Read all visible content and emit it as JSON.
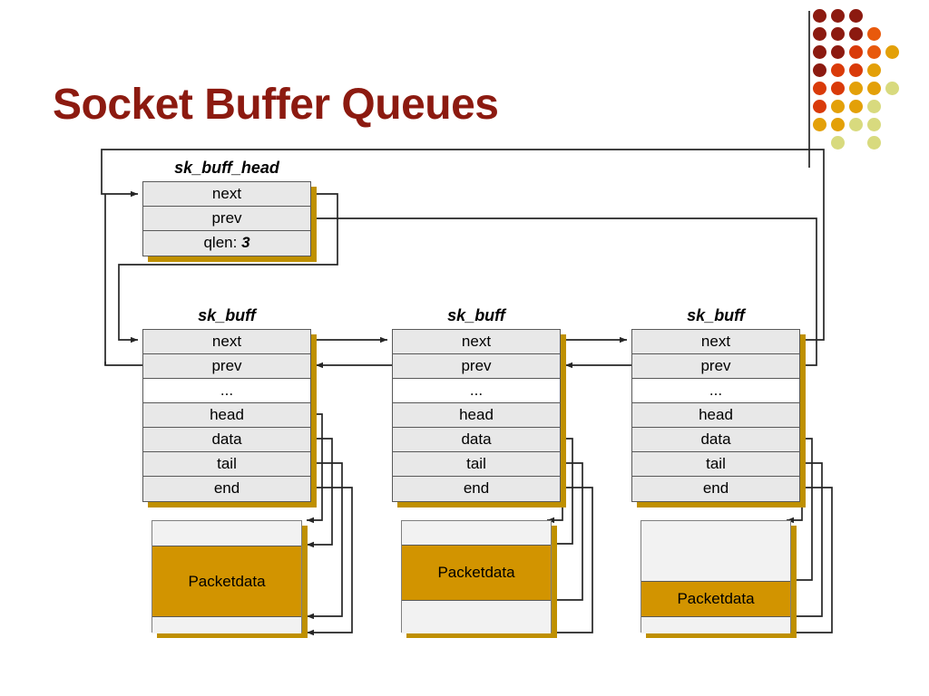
{
  "slide": {
    "title": "Socket Buffer Queues",
    "title_color": "#8C1A10",
    "background": "#FFFFFF"
  },
  "decor": {
    "name": "dot-grid-motif",
    "palette": {
      "dark_red": "#8C1A10",
      "red_orange": "#D93A09",
      "orange": "#E8590C",
      "gold": "#E3A008",
      "pale_gold": "#E8C33C",
      "pale_yellow": "#D8DA7E"
    },
    "rows": [
      [
        "#8C1A10",
        "#8C1A10",
        "#8C1A10",
        null,
        null
      ],
      [
        "#8C1A10",
        "#8C1A10",
        "#8C1A10",
        "#E8590C",
        null
      ],
      [
        "#8C1A10",
        "#8C1A10",
        "#D93A09",
        "#E8590C",
        "#E3A008"
      ],
      [
        "#8C1A10",
        "#D93A09",
        "#D93A09",
        "#E3A008",
        null
      ],
      [
        "#D93A09",
        "#D93A09",
        "#E3A008",
        "#E3A008",
        "#D8DA7E"
      ],
      [
        "#D93A09",
        "#E3A008",
        "#E3A008",
        "#D8DA7E",
        null
      ],
      [
        "#E3A008",
        "#E3A008",
        "#D8DA7E",
        "#D8DA7E",
        null
      ],
      [
        null,
        "#D8DA7E",
        null,
        "#D8DA7E",
        null
      ]
    ]
  },
  "diagram": {
    "type": "linked-list-data-structure",
    "queue_length": 3,
    "head_struct": {
      "caption": "sk_buff_head",
      "fields": [
        {
          "label": "next",
          "blank": false
        },
        {
          "label": "prev",
          "blank": false
        },
        {
          "label": "qlen: 3",
          "blank": false
        }
      ]
    },
    "buffers": [
      {
        "caption": "sk_buff",
        "fields": [
          {
            "label": "next",
            "blank": false
          },
          {
            "label": "prev",
            "blank": false
          },
          {
            "label": "...",
            "blank": true
          },
          {
            "label": "head",
            "blank": false
          },
          {
            "label": "data",
            "blank": false
          },
          {
            "label": "tail",
            "blank": false
          },
          {
            "label": "end",
            "blank": false
          }
        ],
        "packet": {
          "label": "Packetdata",
          "headroom": 27,
          "datalen": 79,
          "tailroom": 18
        }
      },
      {
        "caption": "sk_buff",
        "fields": [
          {
            "label": "next",
            "blank": false
          },
          {
            "label": "prev",
            "blank": false
          },
          {
            "label": "...",
            "blank": true
          },
          {
            "label": "head",
            "blank": false
          },
          {
            "label": "data",
            "blank": false
          },
          {
            "label": "tail",
            "blank": false
          },
          {
            "label": "end",
            "blank": false
          }
        ],
        "packet": {
          "label": "Packetdata",
          "headroom": 26,
          "datalen": 62,
          "tailroom": 36
        }
      },
      {
        "caption": "sk_buff",
        "fields": [
          {
            "label": "next",
            "blank": false
          },
          {
            "label": "prev",
            "blank": false
          },
          {
            "label": "...",
            "blank": true
          },
          {
            "label": "head",
            "blank": false
          },
          {
            "label": "data",
            "blank": false
          },
          {
            "label": "tail",
            "blank": false
          },
          {
            "label": "end",
            "blank": false
          }
        ],
        "packet": {
          "label": "Packetdata",
          "headroom": 66,
          "datalen": 40,
          "tailroom": 18
        }
      }
    ],
    "colors": {
      "field_fill": "#E8E8E8",
      "blank_fill": "#FFFFFF",
      "field_stroke": "#595959",
      "shadow": "#BF9000",
      "packet_fill": "#D29400",
      "packet_room": "#F2F2F2",
      "wire": "#262626"
    }
  }
}
